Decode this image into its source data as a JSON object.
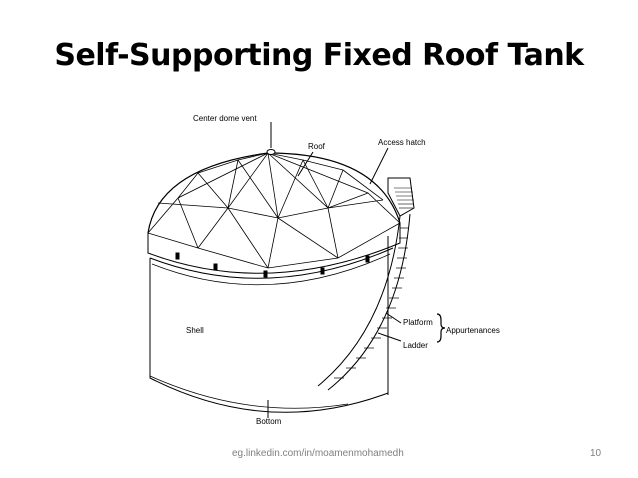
{
  "slide": {
    "title": "Self-Supporting Fixed Roof Tank",
    "footer_url": "eg.linkedin.com/in/moamenmohamedh",
    "page_number": "10"
  },
  "diagram": {
    "labels": {
      "center_dome_vent": "Center dome vent",
      "roof": "Roof",
      "access_hatch": "Access hatch",
      "shell": "Shell",
      "platform": "Platform",
      "ladder": "Ladder",
      "appurtenances": "Appurtenances",
      "bottom": "Bottom"
    }
  }
}
